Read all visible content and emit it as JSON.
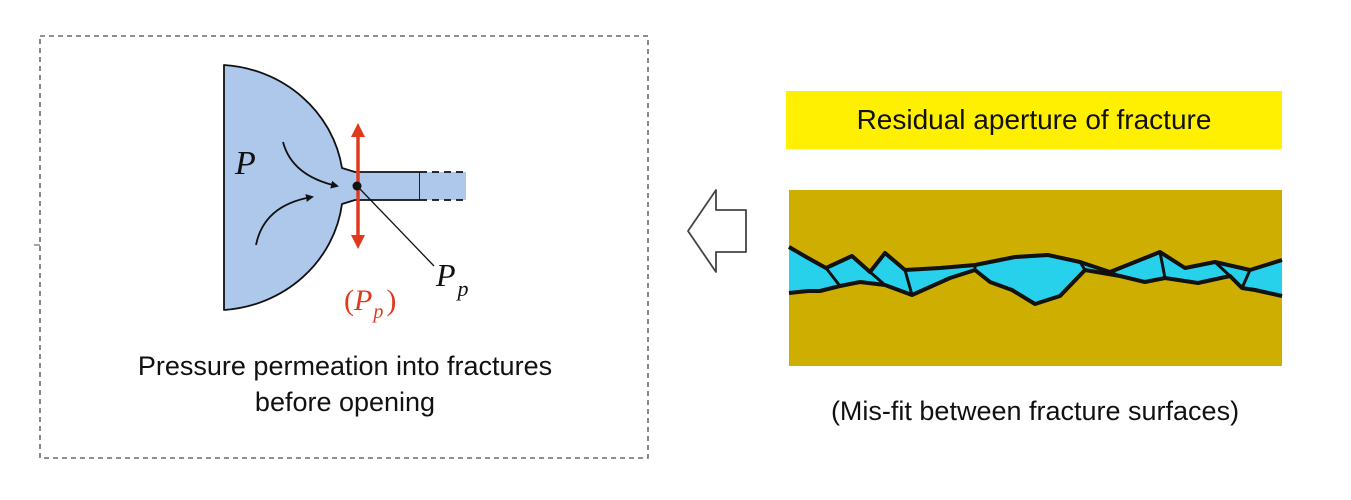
{
  "left_panel": {
    "caption_line1": "Pressure permeation into fractures",
    "caption_line2": "before opening",
    "label_p": "P",
    "label_pp_main": "P",
    "label_pp_sub": "p",
    "label_pp_red_main": "P",
    "label_pp_red_sub": "p",
    "label_pp_red_open": "(",
    "label_pp_red_close": ")"
  },
  "right_panel": {
    "title": "Residual aperture of fracture",
    "caption": "(Mis-fit between fracture surfaces)"
  },
  "colors": {
    "fluid_blue": "#adc8ea",
    "arrow_red": "#e03a1e",
    "label_yellow": "#ffef00",
    "rock_mustard": "#cfae02",
    "gap_cyan": "#27d1ec",
    "outline_black": "#111111"
  }
}
